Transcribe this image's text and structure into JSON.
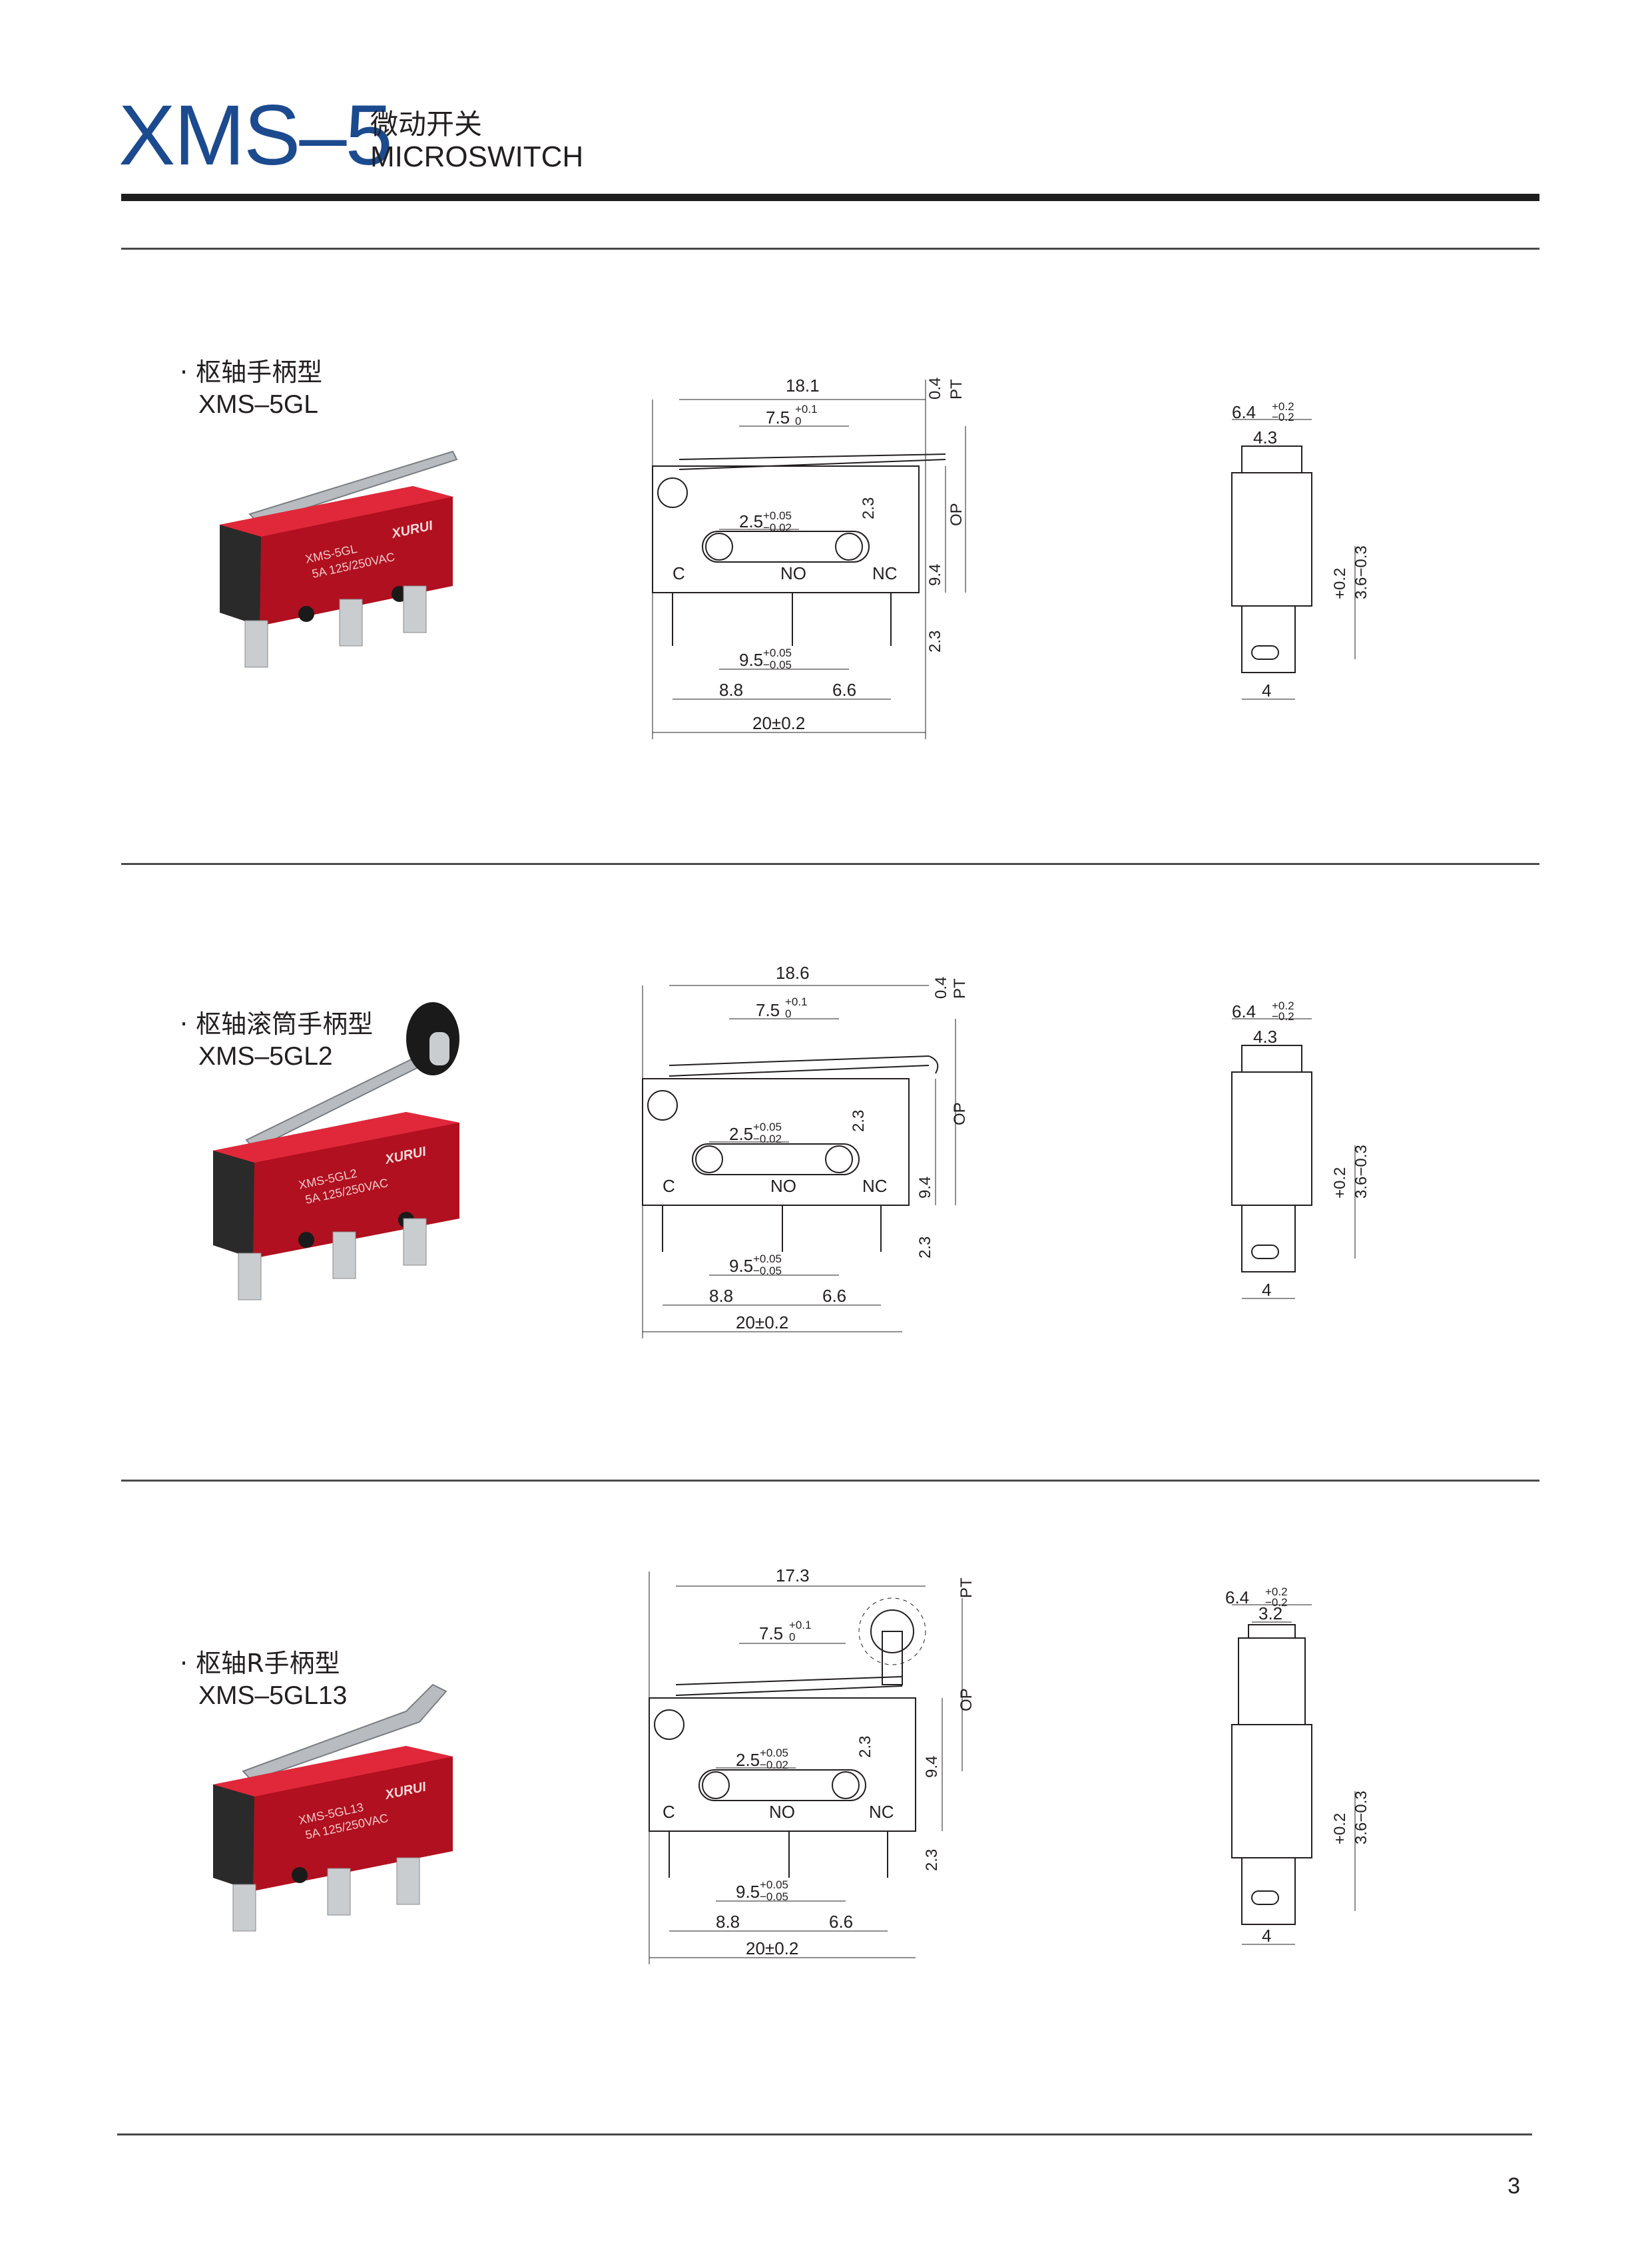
{
  "header": {
    "model": "XMS–5",
    "title_cn": "微动开关",
    "title_en": "MICROSWITCH"
  },
  "colors": {
    "brand_blue": "#1b4a8f",
    "body_red": "#c8102e",
    "rule": "#1e1e1e"
  },
  "sections": [
    {
      "label_cn": "· 枢轴手柄型",
      "model": "XMS–5GL",
      "photo": {
        "brand": "XURUI",
        "print_model": "XMS-5GL",
        "rating": "5A 125/250VAC",
        "lever": "straight"
      },
      "dims": {
        "overall_top": "18.1",
        "act": "7.5",
        "pt_val": "0.4",
        "pt": "PT",
        "op": "OP",
        "height": "9.4",
        "hole": "2.5",
        "hole_pos": "2.3",
        "bottom": "2.3",
        "pitch": "9.5",
        "left": "8.8",
        "right": "6.6",
        "total": "20±0.2",
        "c": "C",
        "no": "NO",
        "nc": "NC",
        "tol_p01": "+0.1",
        "tol_0": "0",
        "tol_p005": "+0.05",
        "tol_m002": "−0.02",
        "tol_m005": "−0.05",
        "width": "6.4",
        "width_tol_p": "+0.2",
        "width_tol_m": "−0.2",
        "inner": "4.3",
        "side_h": "3.6−0.3",
        "side_h_tol": "+0.2",
        "term_w": "4"
      }
    },
    {
      "label_cn": "· 枢轴滚筒手柄型",
      "model": "XMS–5GL2",
      "photo": {
        "brand": "XURUI",
        "print_model": "XMS-5GL2",
        "rating": "5A 125/250VAC",
        "lever": "roller"
      },
      "dims": {
        "overall_top": "18.6",
        "act": "7.5",
        "pt_val": "0.4",
        "pt": "PT",
        "op": "OP",
        "height": "9.4",
        "hole": "2.5",
        "hole_pos": "2.3",
        "bottom": "2.3",
        "pitch": "9.5",
        "left": "8.8",
        "right": "6.6",
        "total": "20±0.2",
        "c": "C",
        "no": "NO",
        "nc": "NC",
        "tol_p01": "+0.1",
        "tol_0": "0",
        "tol_p005": "+0.05",
        "tol_m002": "−0.02",
        "tol_m005": "−0.05",
        "width": "6.4",
        "width_tol_p": "+0.2",
        "width_tol_m": "−0.2",
        "inner": "4.3",
        "side_h": "3.6−0.3",
        "side_h_tol": "+0.2",
        "term_w": "4"
      }
    },
    {
      "label_cn": "· 枢轴R手柄型",
      "model": "XMS–5GL13",
      "photo": {
        "brand": "XURUI",
        "print_model": "XMS-5GL13",
        "rating": "5A 125/250VAC",
        "lever": "curved"
      },
      "dims": {
        "overall_top": "17.3",
        "act": "7.5",
        "pt_val": "",
        "pt": "PT",
        "op": "OP",
        "height": "9.4",
        "hole": "2.5",
        "hole_pos": "2.3",
        "bottom": "2.3",
        "pitch": "9.5",
        "left": "8.8",
        "right": "6.6",
        "total": "20±0.2",
        "c": "C",
        "no": "NO",
        "nc": "NC",
        "tol_p01": "+0.1",
        "tol_0": "0",
        "tol_p005": "+0.05",
        "tol_m002": "−0.02",
        "tol_m005": "−0.05",
        "width": "6.4",
        "width_tol_p": "+0.2",
        "width_tol_m": "−0.2",
        "inner": "3.2",
        "side_h": "3.6−0.3",
        "side_h_tol": "+0.2",
        "term_w": "4"
      }
    }
  ],
  "footer": {
    "page": "3"
  }
}
